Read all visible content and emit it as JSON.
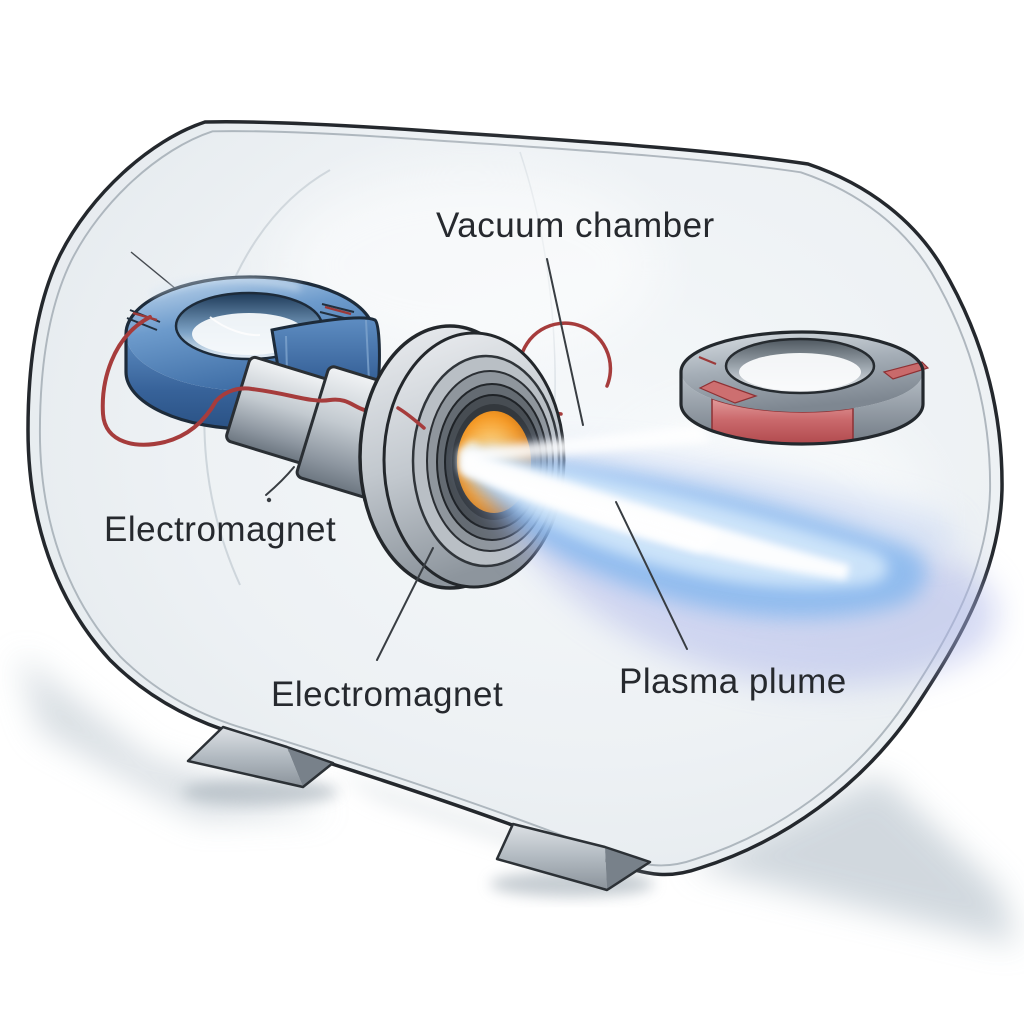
{
  "diagram": {
    "subject": "Plasma thruster with electromagnets inside a transparent vacuum chamber",
    "labels": [
      {
        "id": "vacuum-chamber",
        "text": "Vacuum chamber"
      },
      {
        "id": "electromagnet-left",
        "text": "Electromagnet"
      },
      {
        "id": "electromagnet-nozzle",
        "text": "Electromagnet"
      },
      {
        "id": "plasma-plume",
        "text": "Plasma plume"
      }
    ],
    "components": [
      {
        "name": "vacuum-chamber-shell"
      },
      {
        "name": "electromagnet-coil-blue"
      },
      {
        "name": "electromagnet-ring-gray-red"
      },
      {
        "name": "thruster-body"
      },
      {
        "name": "thruster-nozzle"
      },
      {
        "name": "plasma-plume"
      },
      {
        "name": "coil-wire-red"
      },
      {
        "name": "support-feet"
      }
    ],
    "colors": {
      "background": "#ffffff",
      "chamber_fill": "#edf1f4",
      "chamber_outline": "#24282d",
      "blue_magnet": "#4a7ab0",
      "gray_magnet": "#9aa4ad",
      "red_magnet_segment": "#c4595c",
      "wire_red": "#a63c3c",
      "plasma_core": "#ffffff",
      "plasma_blue": "#7db4ee",
      "plasma_glow": "#aab4e8",
      "thruster_glow_orange": "#f59a1e",
      "label_text": "#26292e"
    }
  }
}
